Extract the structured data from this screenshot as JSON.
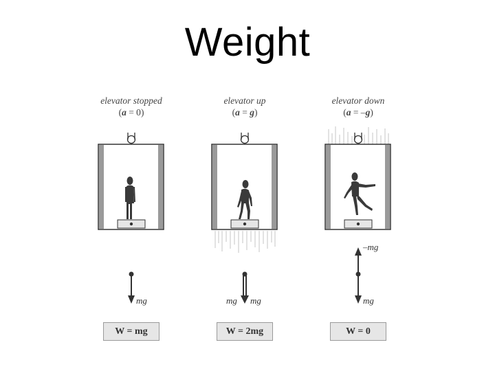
{
  "title": "Weight",
  "panels": [
    {
      "caption": "elevator stopped",
      "condition": {
        "vec": "a",
        "rel": " = 0"
      },
      "force_labels": [
        "mg"
      ],
      "result": "W = mg"
    },
    {
      "caption": "elevator up",
      "condition": {
        "vec": "a",
        "rel": " = ",
        "rhs": "g"
      },
      "force_labels": [
        "mg",
        "mg"
      ],
      "result": "W = 2mg"
    },
    {
      "caption": "elevator down",
      "condition": {
        "vec": "a",
        "rel": " = –",
        "rhs": "g"
      },
      "force_labels": [
        "–mg",
        "mg"
      ],
      "result": "W = 0"
    }
  ],
  "colors": {
    "ink": "#333333",
    "wall": "#9a9a9a",
    "box_fill": "#e6e6e6"
  }
}
